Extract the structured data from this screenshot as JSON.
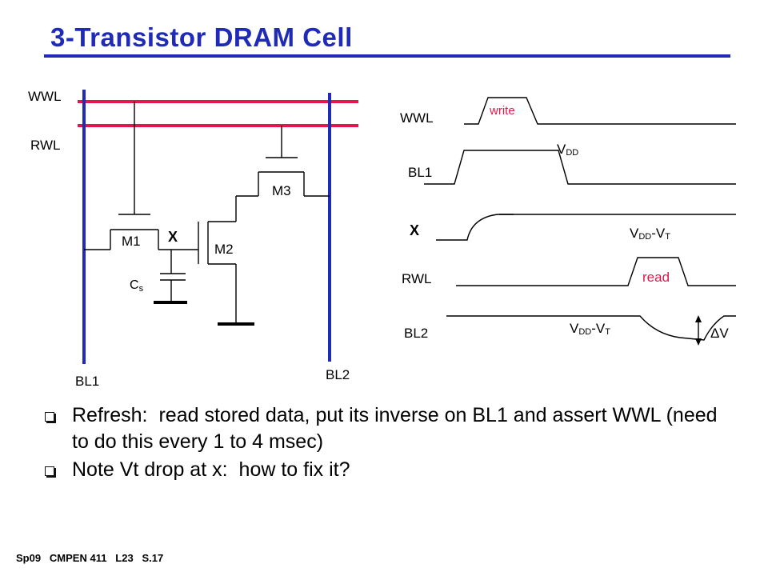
{
  "title": "3-Transistor DRAM Cell",
  "colors": {
    "title": "#1f2bb8",
    "wordline": "#e0184c",
    "bitline": "#1f2bb8",
    "label_red": "#e0184c"
  },
  "circuit": {
    "wwl": "WWL",
    "rwl": "RWL",
    "bl1": "BL1",
    "bl2": "BL2",
    "m1": "M1",
    "m2": "M2",
    "m3": "M3",
    "x": "X",
    "cs_main": "C",
    "cs_sub": "s"
  },
  "waveforms": {
    "wwl": "WWL",
    "write": "write",
    "bl1": "BL1",
    "vdd_main": "V",
    "vdd_sub": "DD",
    "x": "X",
    "vddvt_main": "V",
    "vddvt_sub1": "DD",
    "vddvt_dash": "-V",
    "vddvt_sub2": "T",
    "rwl": "RWL",
    "read": "read",
    "bl2": "BL2",
    "delta_v": "ΔV"
  },
  "bullets": [
    {
      "lead": "Refresh:",
      "text": "read stored data, put its inverse on BL1 and assert WWL (need to do this every 1 to 4 msec)"
    },
    {
      "lead": "Note Vt drop at x:",
      "text": "how to fix it?"
    }
  ],
  "footer": "Sp09   CMPEN 411   L23   S.17"
}
